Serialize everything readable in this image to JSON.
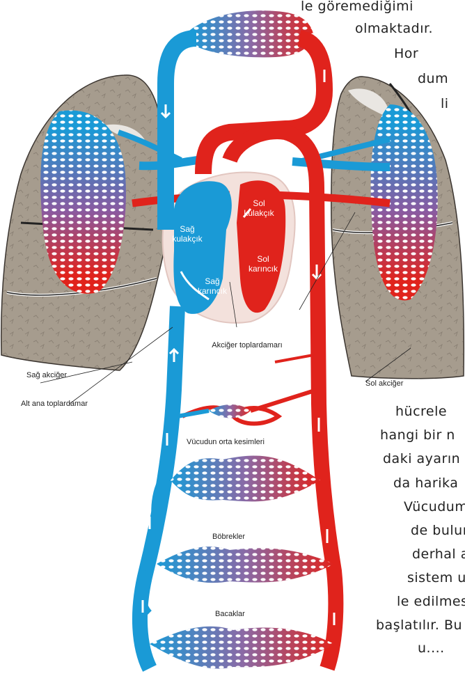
{
  "labels": {
    "right_lung": "Sağ akciğer",
    "left_lung": "Sol akciğer",
    "inferior_vena_cava": "Alt ana toplardamar",
    "pulmonary_vein": "Akciğer toplardamarı",
    "right_atrium": "Sağ kulakçık",
    "right_ventricle": "Sağ karıncık",
    "left_atrium": "Sol kulakçık",
    "left_ventricle": "Sol karıncık",
    "mid_body": "Vücudun orta kesimleri",
    "kidneys": "Böbrekler",
    "legs": "Bacaklar"
  },
  "body_text": [
    "le göremediğimi",
    "olmaktadır.",
    "Hor",
    "dum",
    "li",
    "hücrele",
    "hangi bir n",
    "daki ayarın",
    "da harika",
    "Vücudum",
    "de bulun",
    "derhal ak",
    "sistem uy",
    "le edilmesi",
    "başlatılır. Bu",
    "u...."
  ],
  "colors": {
    "vein_blue": "#1a9ad6",
    "artery_red": "#e0231c",
    "lung_gray": "#a59b8d",
    "heart_pink": "#f3e1dc"
  }
}
